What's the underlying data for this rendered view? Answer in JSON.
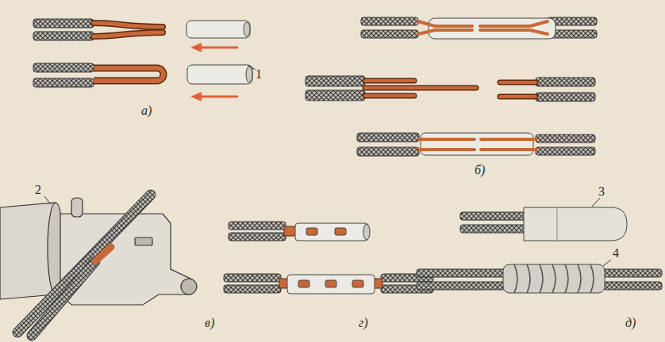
{
  "diagram": {
    "labels": [
      "1",
      "а)",
      "б)",
      "2",
      "3",
      "4",
      "в)",
      "г)",
      "д)"
    ]
  }
}
